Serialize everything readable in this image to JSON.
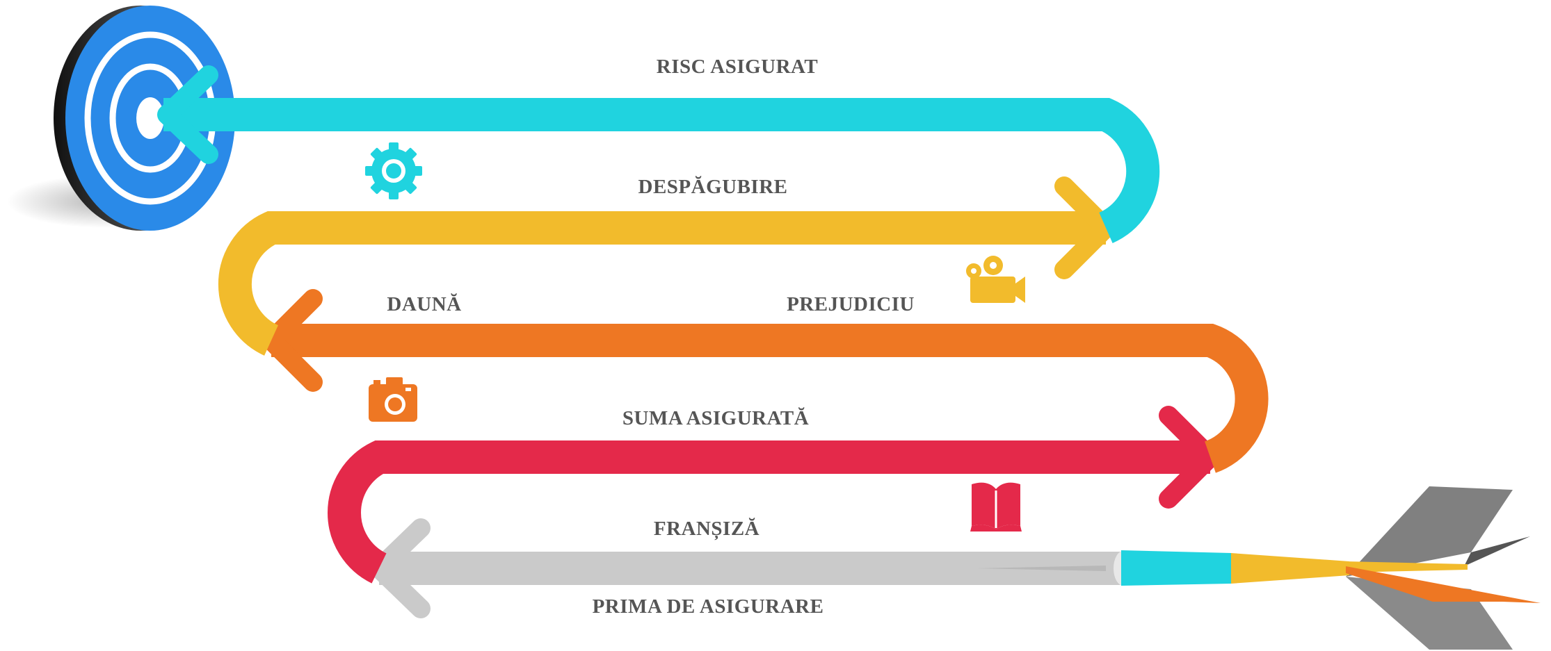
{
  "labels": {
    "risc_asigurat": "RISC ASIGURAT",
    "despagubire": "DESPĂGUBIRE",
    "dauna": "DAUNĂ",
    "prejudiciu": "PREJUDICIU",
    "suma_asigurata": "SUMA ASIGURATĂ",
    "fransiza": "FRANȘIZĂ",
    "prima_de_asigurare": "PRIMA DE ASIGURARE"
  },
  "colors": {
    "cyan": "#20d3df",
    "yellow": "#f2bb2c",
    "orange": "#ee7723",
    "red": "#e4294a",
    "grey": "#cacaca",
    "target_blue": "#2a8ae8",
    "label_text": "#555555"
  },
  "icons": [
    "target-icon",
    "gear-icon",
    "video-camera-icon",
    "photo-camera-icon",
    "open-book-icon",
    "dart-icon"
  ]
}
